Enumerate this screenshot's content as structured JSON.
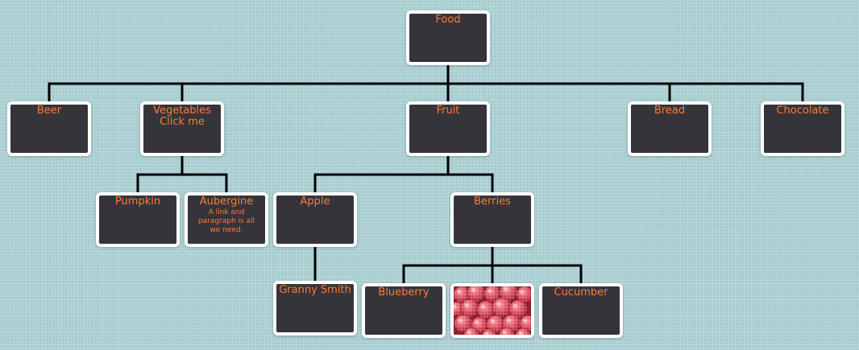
{
  "nodes": {
    "food": {
      "label": "Food"
    },
    "beer": {
      "label": "Beer"
    },
    "vegetables": {
      "label": "Vegetables Click me"
    },
    "fruit": {
      "label": "Fruit"
    },
    "bread": {
      "label": "Bread"
    },
    "chocolate": {
      "label": "Chocolate"
    },
    "pumpkin": {
      "label": "Pumpkin"
    },
    "aubergine": {
      "label": "Aubergine",
      "description": "A link and paragraph is all we need."
    },
    "apple": {
      "label": "Apple"
    },
    "berries": {
      "label": "Berries"
    },
    "granny_smith": {
      "label": "Granny Smith"
    },
    "blueberry": {
      "label": "Blueberry"
    },
    "raspberry_image": {
      "icon": "raspberry-photo"
    },
    "cucumber": {
      "label": "Cucumber"
    }
  },
  "colors": {
    "background": "#a7cdd0",
    "node_fill": "#34343a",
    "node_border": "#ffffff",
    "label_text": "#ff7a36",
    "connector": "#000000"
  }
}
